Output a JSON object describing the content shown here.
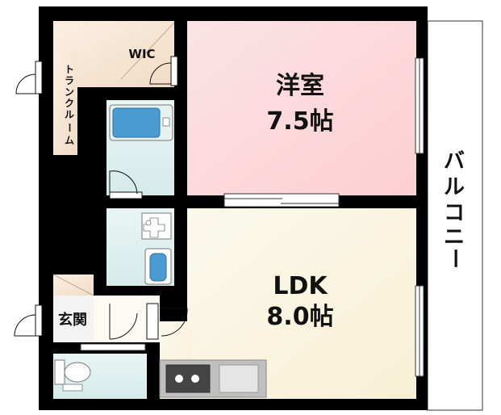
{
  "rooms": {
    "western_room": {
      "name": "洋室",
      "size": "7.5帖"
    },
    "ldk": {
      "name": "LDK",
      "size": "8.0帖"
    },
    "wic": "WIC",
    "trunk_room": [
      "ト",
      "ラ",
      "ン",
      "ク",
      "ル",
      "ー",
      "ム"
    ],
    "entrance": "玄関",
    "balcony": [
      "バ",
      "ル",
      "コ",
      "ニ",
      "ー"
    ]
  },
  "colors": {
    "western_room": "#fcd9db",
    "ldk": "#fbf7e4",
    "wet_area": "#e4f2f2",
    "storage": "#f6e3cf",
    "wall": "#000000"
  }
}
